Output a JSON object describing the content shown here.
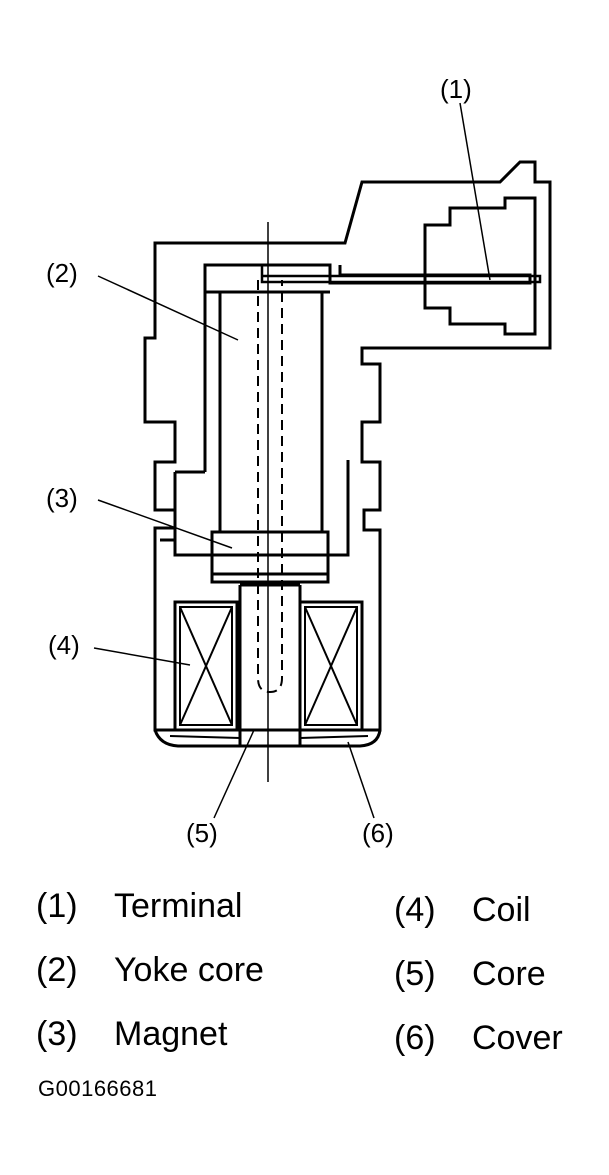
{
  "callouts": [
    "(1)",
    "(2)",
    "(3)",
    "(4)",
    "(5)",
    "(6)"
  ],
  "legend": [
    {
      "num": "(1)",
      "name": "Terminal"
    },
    {
      "num": "(2)",
      "name": "Yoke core"
    },
    {
      "num": "(3)",
      "name": "Magnet"
    },
    {
      "num": "(4)",
      "name": "Coil"
    },
    {
      "num": "(5)",
      "name": "Core"
    },
    {
      "num": "(6)",
      "name": "Cover"
    }
  ],
  "figure_code": "G00166681"
}
